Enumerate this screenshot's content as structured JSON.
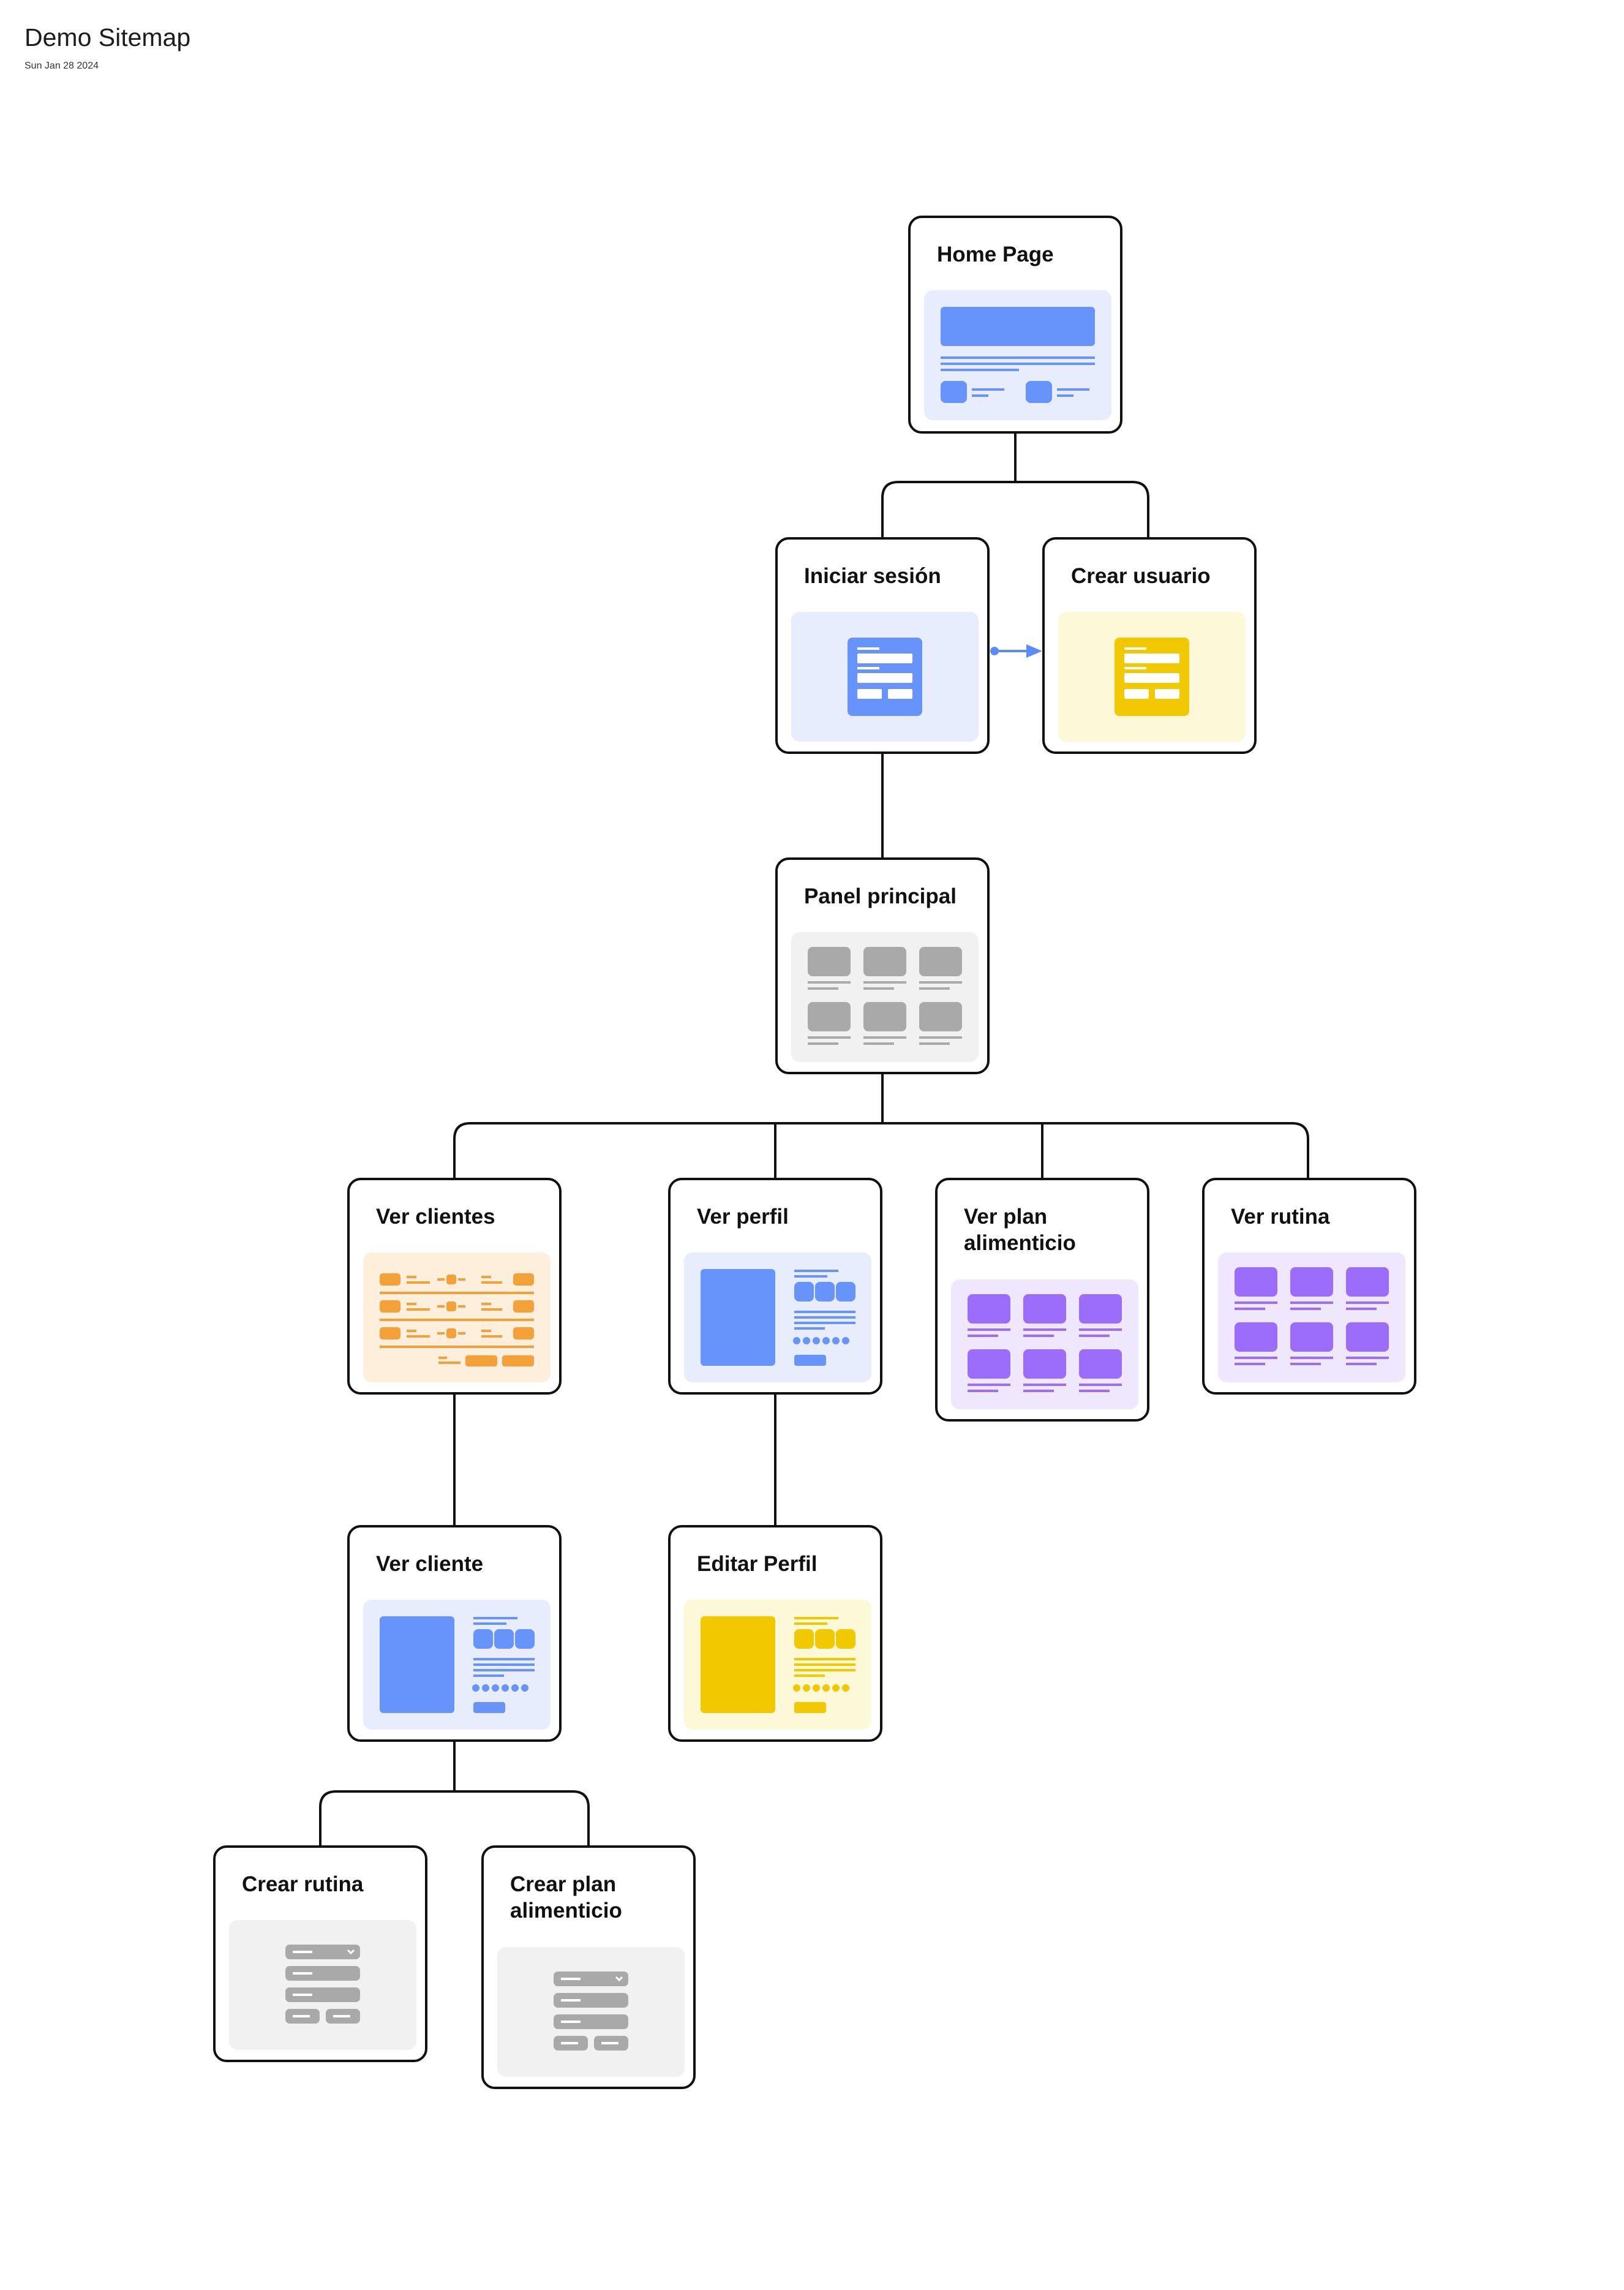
{
  "document": {
    "title": "Demo Sitemap",
    "date": "Sun Jan 28 2024"
  },
  "colors": {
    "line": "#111111",
    "arrow": "#5b8cf5",
    "blue": "#6694fb",
    "blue_bg": "#e7edfd",
    "yellow": "#f2c800",
    "yellow_bg": "#fdf8d8",
    "gray": "#a9a9a9",
    "gray_bg": "#f1f1f1",
    "orange": "#f5a13a",
    "orange_bg": "#fdefdc",
    "purple": "#9b6dfa",
    "purple_bg": "#efe7fd"
  },
  "nodes": [
    {
      "id": "home",
      "label": "Home Page",
      "thumbnail": "landing",
      "color": "blue"
    },
    {
      "id": "login",
      "label": "Iniciar sesión",
      "thumbnail": "form",
      "color": "blue"
    },
    {
      "id": "signup",
      "label": "Crear usuario",
      "thumbnail": "form",
      "color": "yellow"
    },
    {
      "id": "dashboard",
      "label": "Panel principal",
      "thumbnail": "grid",
      "color": "gray"
    },
    {
      "id": "clients",
      "label": "Ver clientes",
      "thumbnail": "table",
      "color": "orange"
    },
    {
      "id": "profile",
      "label": "Ver perfil",
      "thumbnail": "detail",
      "color": "blue"
    },
    {
      "id": "mealplan",
      "label": "Ver plan alimenticio",
      "thumbnail": "grid",
      "color": "purple"
    },
    {
      "id": "routine",
      "label": "Ver rutina",
      "thumbnail": "grid",
      "color": "purple"
    },
    {
      "id": "client",
      "label": "Ver cliente",
      "thumbnail": "detail",
      "color": "blue"
    },
    {
      "id": "editprofile",
      "label": "Editar Perfil",
      "thumbnail": "detail",
      "color": "yellow"
    },
    {
      "id": "newroutine",
      "label": "Crear rutina",
      "thumbnail": "formfields",
      "color": "gray"
    },
    {
      "id": "newmealplan",
      "label": "Crear plan alimenticio",
      "thumbnail": "formfields",
      "color": "gray"
    }
  ],
  "edges": [
    {
      "from": "home",
      "to": "login",
      "type": "tree"
    },
    {
      "from": "home",
      "to": "signup",
      "type": "tree"
    },
    {
      "from": "login",
      "to": "signup",
      "type": "arrow"
    },
    {
      "from": "login",
      "to": "dashboard",
      "type": "tree"
    },
    {
      "from": "dashboard",
      "to": "clients",
      "type": "tree"
    },
    {
      "from": "dashboard",
      "to": "profile",
      "type": "tree"
    },
    {
      "from": "dashboard",
      "to": "mealplan",
      "type": "tree"
    },
    {
      "from": "dashboard",
      "to": "routine",
      "type": "tree"
    },
    {
      "from": "clients",
      "to": "client",
      "type": "tree"
    },
    {
      "from": "profile",
      "to": "editprofile",
      "type": "tree"
    },
    {
      "from": "client",
      "to": "newroutine",
      "type": "tree"
    },
    {
      "from": "client",
      "to": "newmealplan",
      "type": "tree"
    }
  ]
}
